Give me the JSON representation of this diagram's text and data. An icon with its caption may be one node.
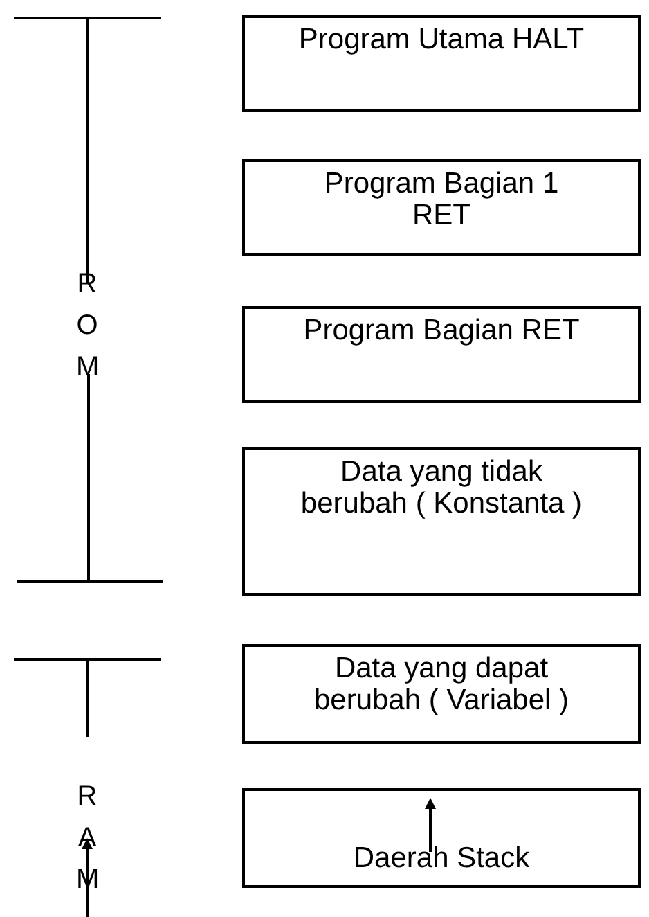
{
  "diagram": {
    "nodes": [
      {
        "text": [
          "Program Utama HALT"
        ]
      },
      {
        "text": [
          "Program Bagian 1 RET"
        ]
      },
      {
        "text": [
          "Program Bagian RET"
        ]
      },
      {
        "text": [
          "Data yang tidak berubah ( Konstanta )"
        ]
      },
      {
        "text": [
          "Data yang dapat berubah ( Variabel )"
        ]
      },
      {
        "text": [
          "Daerah Stack"
        ]
      }
    ],
    "labels": [
      "ROM",
      "RAM"
    ]
  }
}
